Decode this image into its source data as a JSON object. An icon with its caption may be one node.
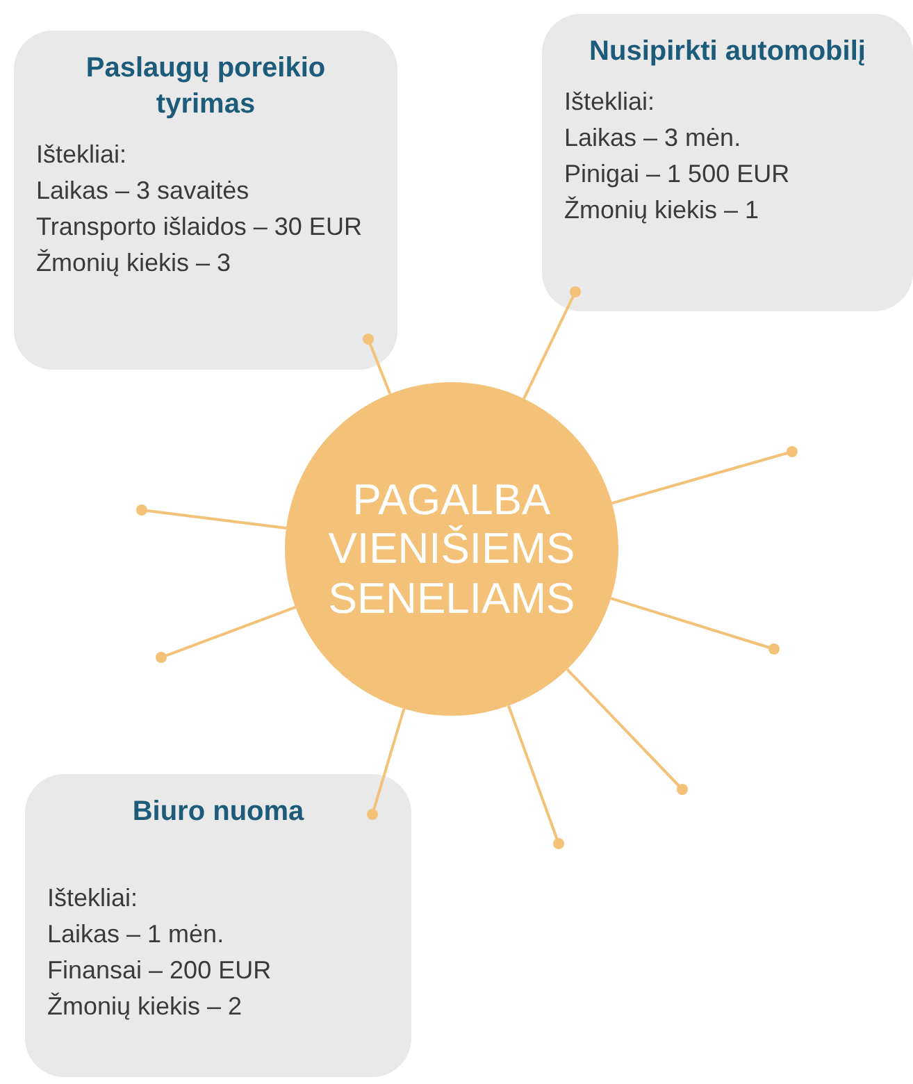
{
  "diagram": {
    "nodes": [
      {
        "text": [
          "PAGALBA VIENIŠIEMS SENELIAMS"
        ]
      },
      {
        "text": [
          "Paslaugų poreikio tyrimas",
          "Ištekliai:",
          "Laikas – 3 savaitės",
          "Transporto išlaidos – 30 EUR",
          "Žmonių kiekis – 3"
        ]
      },
      {
        "text": [
          "Nusipirkti automobilį",
          "Ištekliai:",
          "Laikas – 3 mėn.",
          "Pinigai – 1 500 EUR",
          "Žmonių kiekis – 1"
        ]
      },
      {
        "text": [
          "Biuro nuoma",
          "Ištekliai:",
          "Laikas – 1 mėn.",
          "Finansai – 200 EUR",
          "Žmonių kiekis – 2"
        ]
      }
    ],
    "edges": [
      {
        "from": 0,
        "to": 1,
        "arrow": "other"
      },
      {
        "from": 0,
        "to": 2,
        "arrow": "other"
      },
      {
        "from": 0,
        "to": 3,
        "arrow": "other"
      },
      {
        "from": 0,
        "to": null,
        "arrow": "other"
      },
      {
        "from": 0,
        "to": null,
        "arrow": "other"
      },
      {
        "from": 0,
        "to": null,
        "arrow": "other"
      },
      {
        "from": 0,
        "to": null,
        "arrow": "other"
      },
      {
        "from": 0,
        "to": null,
        "arrow": "other"
      },
      {
        "from": 0,
        "to": null,
        "arrow": "other"
      }
    ]
  }
}
